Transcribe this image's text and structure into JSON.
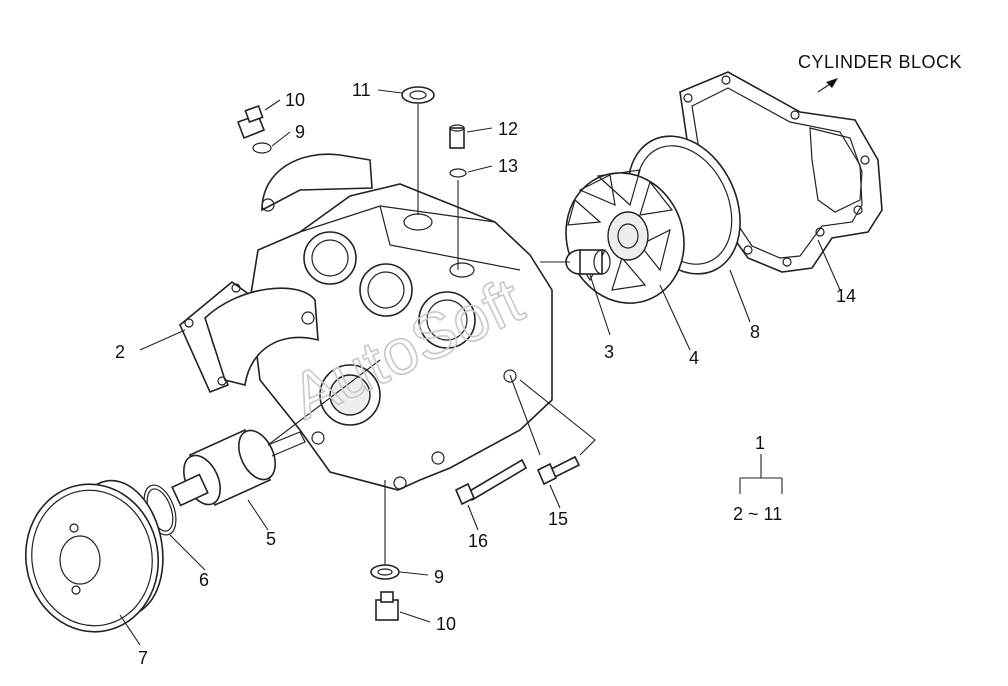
{
  "header": {
    "direction_label": "CYLINDER BLOCK"
  },
  "watermark": "AutoSoft",
  "callouts": {
    "c1": "1",
    "c2": "2",
    "c3": "3",
    "c4": "4",
    "c5": "5",
    "c6": "6",
    "c7": "7",
    "c8": "8",
    "c9a": "9",
    "c9b": "9",
    "c10a": "10",
    "c10b": "10",
    "c11": "11",
    "c12": "12",
    "c13": "13",
    "c14": "14",
    "c15": "15",
    "c16": "16"
  },
  "assembly_note": {
    "parent": "1",
    "range": "2 ~ 11"
  },
  "icons": [
    "direction-arrow-icon"
  ]
}
